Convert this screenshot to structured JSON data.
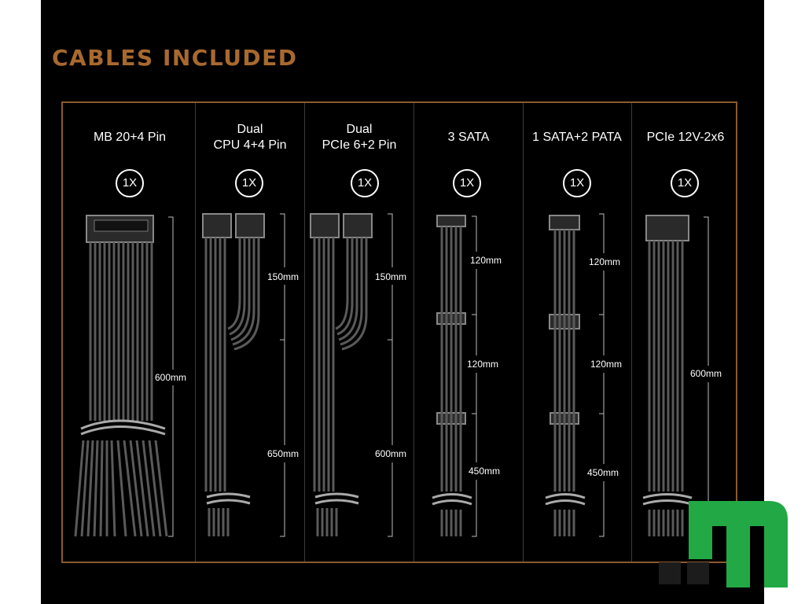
{
  "heading": "CABLES INCLUDED",
  "colors": {
    "accent": "#a8692f",
    "frame": "#8a5a30",
    "background": "#000000",
    "cable": "#5a5a5a",
    "logo_green": "#22a845"
  },
  "cables": [
    {
      "title": "MB 20+4 Pin",
      "qty": "1X",
      "lengths": [
        "600mm"
      ]
    },
    {
      "title_line1": "Dual",
      "title_line2": "CPU 4+4 Pin",
      "qty": "1X",
      "lengths": [
        "150mm",
        "650mm"
      ]
    },
    {
      "title_line1": "Dual",
      "title_line2": "PCIe 6+2 Pin",
      "qty": "1X",
      "lengths": [
        "150mm",
        "600mm"
      ]
    },
    {
      "title": "3 SATA",
      "qty": "1X",
      "lengths": [
        "120mm",
        "120mm",
        "450mm"
      ]
    },
    {
      "title": "1 SATA+2 PATA",
      "qty": "1X",
      "lengths": [
        "120mm",
        "120mm",
        "450mm"
      ]
    },
    {
      "title": "PCIe 12V-2x6",
      "qty": "1X",
      "lengths": [
        "600mm"
      ]
    }
  ],
  "logo_icon": "m-logo-icon"
}
